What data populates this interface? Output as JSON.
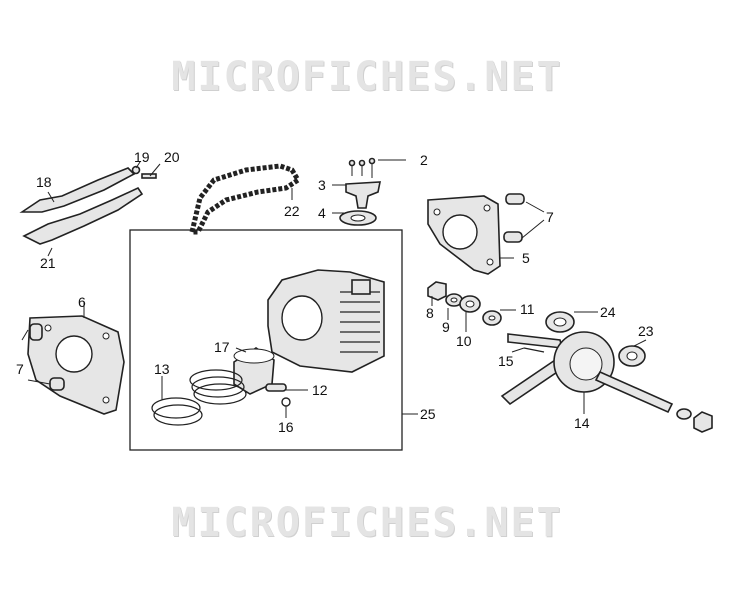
{
  "watermarks": {
    "top": "MICROFICHES.NET",
    "bottom": "MICROFICHES.NET"
  },
  "callouts": {
    "c2": "2",
    "c3": "3",
    "c4": "4",
    "c5": "5",
    "c6": "6",
    "c7a": "7",
    "c7b": "7",
    "c8": "8",
    "c9": "9",
    "c10": "10",
    "c11": "11",
    "c12": "12",
    "c13": "13",
    "c14": "14",
    "c15": "15",
    "c16": "16",
    "c17": "17",
    "c18": "18",
    "c19": "19",
    "c20": "20",
    "c21": "21",
    "c22": "22",
    "c23": "23",
    "c24": "24",
    "c25": "25"
  }
}
